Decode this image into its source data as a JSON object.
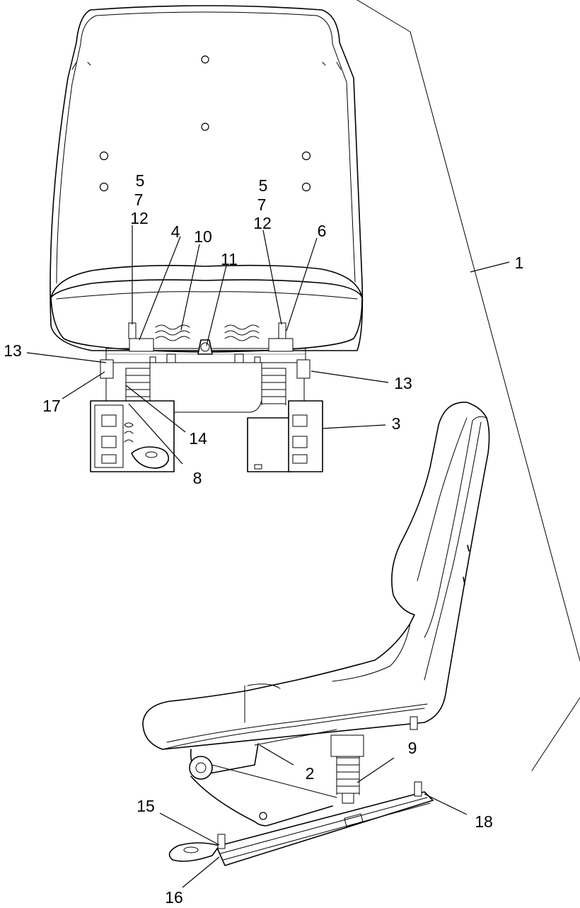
{
  "diagram": {
    "part_labels": [
      {
        "id": "1",
        "text": "1"
      },
      {
        "id": "2",
        "text": "2"
      },
      {
        "id": "3",
        "text": "3"
      },
      {
        "id": "4",
        "text": "4"
      },
      {
        "id": "5a",
        "text": "5"
      },
      {
        "id": "7a",
        "text": "7"
      },
      {
        "id": "12a",
        "text": "12"
      },
      {
        "id": "5b",
        "text": "5"
      },
      {
        "id": "7b",
        "text": "7"
      },
      {
        "id": "12b",
        "text": "12"
      },
      {
        "id": "6",
        "text": "6"
      },
      {
        "id": "8",
        "text": "8"
      },
      {
        "id": "9",
        "text": "9"
      },
      {
        "id": "10",
        "text": "10"
      },
      {
        "id": "11",
        "text": "11"
      },
      {
        "id": "13a",
        "text": "13"
      },
      {
        "id": "13b",
        "text": "13"
      },
      {
        "id": "14",
        "text": "14"
      },
      {
        "id": "15",
        "text": "15"
      },
      {
        "id": "16",
        "text": "16"
      },
      {
        "id": "17",
        "text": "17"
      },
      {
        "id": "18",
        "text": "18"
      }
    ],
    "colors": {
      "line": "#000000",
      "background": "#ffffff"
    }
  }
}
